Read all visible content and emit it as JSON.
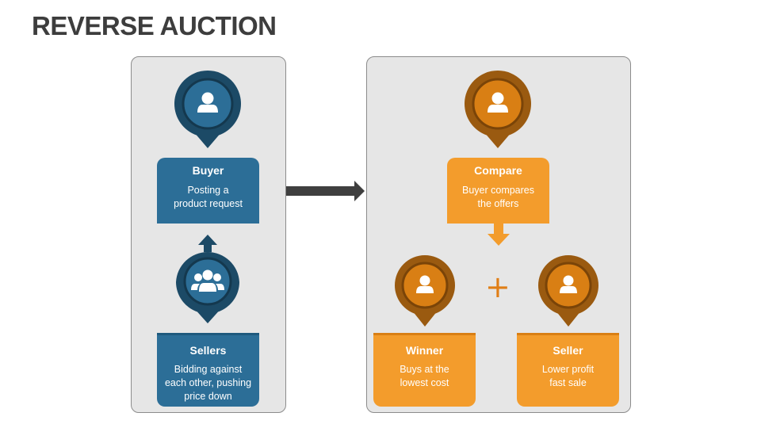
{
  "title": "REVERSE AUCTION",
  "colors": {
    "blue_dark": "#1c4a66",
    "blue_mid": "#2c6e97",
    "orange_dark": "#9a5a10",
    "orange_mid": "#d97f14",
    "orange_light": "#f39c2c",
    "arrow": "#3f3f3f"
  },
  "left": {
    "buyer": {
      "icon": "user-icon",
      "title": "Buyer",
      "text": "Posting a\nproduct request"
    },
    "sellers": {
      "icon": "users-group-icon",
      "title": "Sellers",
      "text": "Bidding against\neach other, pushing\nprice down"
    }
  },
  "right": {
    "compare": {
      "icon": "user-icon",
      "title": "Compare",
      "text": "Buyer compares\nthe offers"
    },
    "winner": {
      "icon": "user-icon",
      "title": "Winner",
      "text": "Buys at the\nlowest cost"
    },
    "seller": {
      "icon": "user-icon",
      "title": "Seller",
      "text": "Lower profit\nfast sale"
    },
    "plus": "+"
  }
}
